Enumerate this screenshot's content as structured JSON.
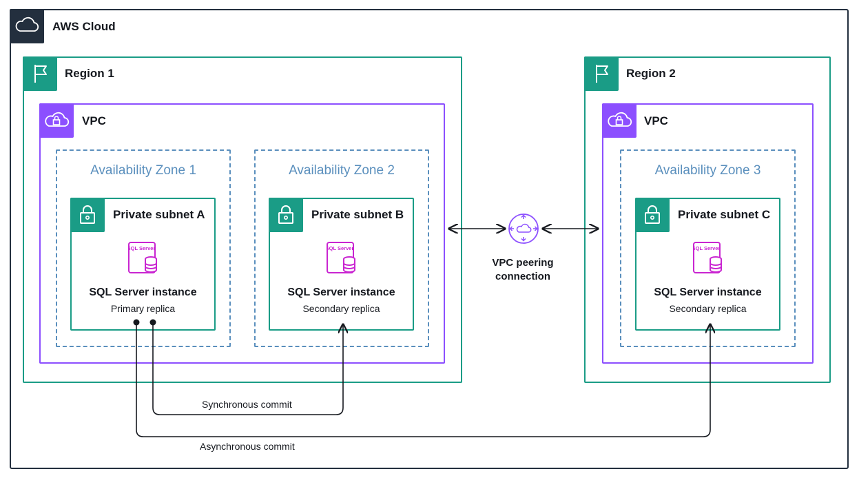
{
  "cloud": {
    "title": "AWS Cloud"
  },
  "regions": [
    {
      "title": "Region 1",
      "vpc_title": "VPC"
    },
    {
      "title": "Region 2",
      "vpc_title": "VPC"
    }
  ],
  "zones": [
    {
      "title": "Availability Zone 1",
      "subnet": "Private subnet A",
      "instance": "SQL Server instance",
      "role": "Primary replica"
    },
    {
      "title": "Availability Zone 2",
      "subnet": "Private subnet B",
      "instance": "SQL Server instance",
      "role": "Secondary replica"
    },
    {
      "title": "Availability Zone 3",
      "subnet": "Private subnet C",
      "instance": "SQL Server instance",
      "role": "Secondary replica"
    }
  ],
  "db_icon_text": "SQL Server",
  "peering": {
    "line1": "VPC peering",
    "line2": "connection"
  },
  "connections": {
    "sync": "Synchronous commit",
    "async": "Asynchronous commit"
  },
  "colors": {
    "cloud": "#232f3e",
    "region": "#1a9c86",
    "vpc": "#8c4fff",
    "az": "#5a8fbd",
    "db_icon": "#c925d1",
    "peering_icon": "#8c4fff"
  }
}
